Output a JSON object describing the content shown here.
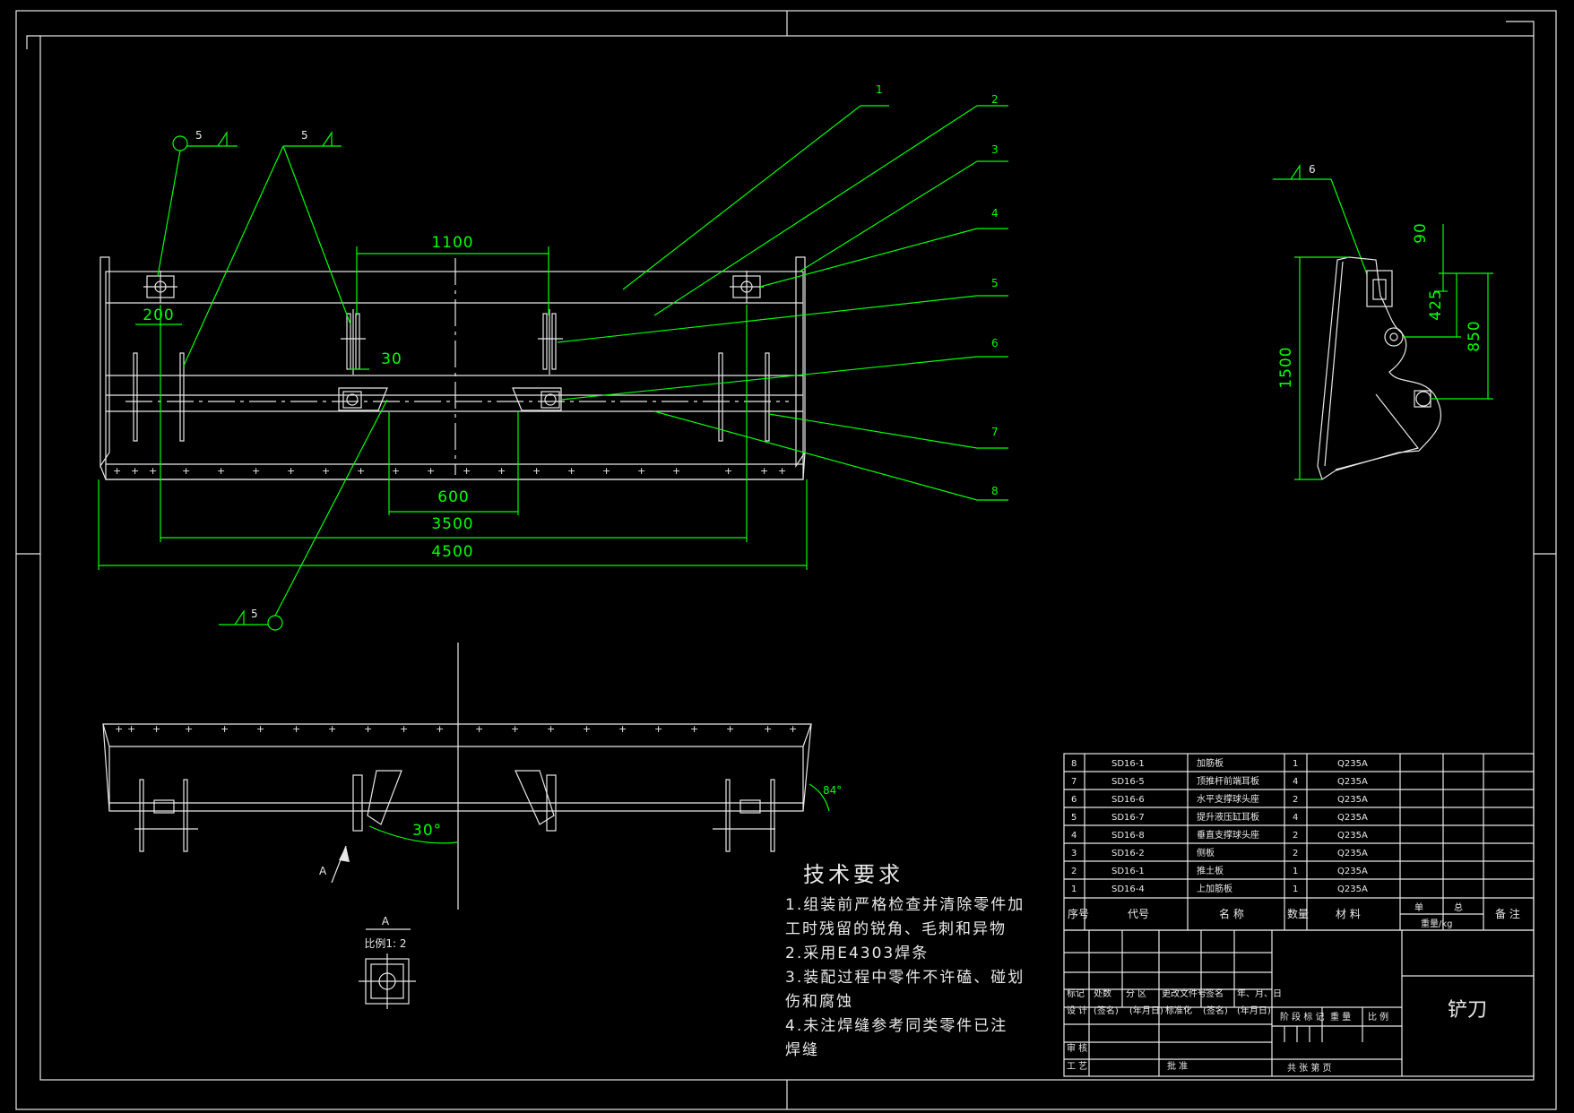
{
  "colors": {
    "background": "#000000",
    "lines": "#e8e8e8",
    "leaders": "#00ff00"
  },
  "balloons": [
    "1",
    "2",
    "3",
    "4",
    "5",
    "6",
    "7",
    "8"
  ],
  "weld_symbols": {
    "w1": "5",
    "w2": "5",
    "w3": "5",
    "w4": "6"
  },
  "dims": {
    "d1100": "1100",
    "d200": "200",
    "d30": "30",
    "d600": "600",
    "d3500": "3500",
    "d4500": "4500",
    "d90": "90",
    "d425": "425",
    "d850": "850",
    "d1500": "1500",
    "a84": "84°",
    "a30": "30°"
  },
  "view_a": {
    "label": "A",
    "title": "A",
    "scale": "比例1: 2"
  },
  "tech": {
    "title": "技术要求",
    "lines": [
      "1.组装前严格检查并清除零件加",
      "工时残留的锐角、毛刺和异物",
      "2.采用E4303焊条",
      "3.装配过程中零件不许磕、碰划",
      "伤和腐蚀",
      "4.未注焊缝参考同类零件已注",
      "焊缝"
    ]
  },
  "bom": {
    "rows": [
      {
        "no": "8",
        "code": "SD16-1",
        "name": "加筋板",
        "qty": "1",
        "mat": "Q235A"
      },
      {
        "no": "7",
        "code": "SD16-5",
        "name": "顶推杆前端耳板",
        "qty": "4",
        "mat": "Q235A"
      },
      {
        "no": "6",
        "code": "SD16-6",
        "name": "水平支撑球头座",
        "qty": "2",
        "mat": "Q235A"
      },
      {
        "no": "5",
        "code": "SD16-7",
        "name": "提升液压缸耳板",
        "qty": "4",
        "mat": "Q235A"
      },
      {
        "no": "4",
        "code": "SD16-8",
        "name": "垂直支撑球头座",
        "qty": "2",
        "mat": "Q235A"
      },
      {
        "no": "3",
        "code": "SD16-2",
        "name": "侧板",
        "qty": "2",
        "mat": "Q235A"
      },
      {
        "no": "2",
        "code": "SD16-1",
        "name": "推土板",
        "qty": "1",
        "mat": "Q235A"
      },
      {
        "no": "1",
        "code": "SD16-4",
        "name": "上加筋板",
        "qty": "1",
        "mat": "Q235A"
      }
    ],
    "header": {
      "no": "序号",
      "code": "代号",
      "name": "名 称",
      "qty": "数量",
      "mat": "材 料",
      "single": "单",
      "total": "总",
      "weight": "重量/kg",
      "remark": "备 注"
    }
  },
  "title_block": {
    "mark": "标记",
    "count": "处数",
    "zone": "分 区",
    "docno": "更改文件号",
    "sign": "签名",
    "date": "年、月、日",
    "design": "设 计",
    "sign2": "(签名)",
    "date2": "(年月日)",
    "std": "标准化",
    "sign3": "(签名)",
    "date3": "(年月日)",
    "stage": "阶 段 标 记",
    "weight": "重 量",
    "scale": "比 例",
    "review": "审 核",
    "craft": "工 艺",
    "approve": "批 准",
    "sheets": "共    张    第    页",
    "drawing_name": "铲刀"
  }
}
